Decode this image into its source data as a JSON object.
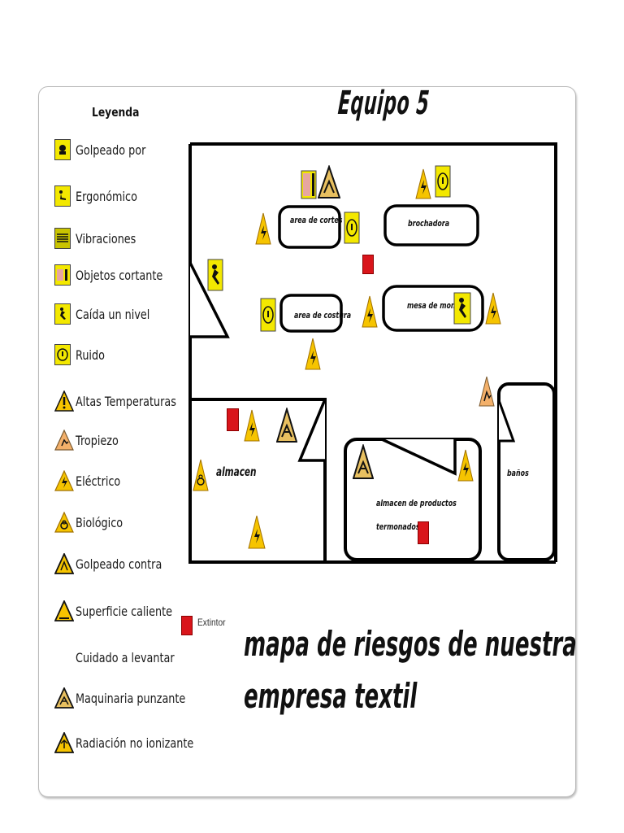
{
  "legend": {
    "title": "Leyenda",
    "items": [
      {
        "label": "Golpeado por",
        "icon": "golpeado-por-icon",
        "shape": "square"
      },
      {
        "label": "Ergonómico",
        "icon": "ergonomico-icon",
        "shape": "square"
      },
      {
        "label": "Vibraciones",
        "icon": "vibraciones-icon",
        "shape": "square"
      },
      {
        "label": "Objetos cortante",
        "icon": "objetos-cortantes-icon",
        "shape": "square"
      },
      {
        "label": "Caída un nivel",
        "icon": "caida-un-nivel-icon",
        "shape": "square"
      },
      {
        "label": "Ruido",
        "icon": "ruido-icon",
        "shape": "square"
      },
      {
        "label": "Altas Temperaturas",
        "icon": "altas-temperaturas-icon",
        "shape": "triangle"
      },
      {
        "label": "Tropiezo",
        "icon": "tropiezo-icon",
        "shape": "triangle"
      },
      {
        "label": "Eléctrico",
        "icon": "electrico-icon",
        "shape": "triangle"
      },
      {
        "label": "Biológico",
        "icon": "biologico-icon",
        "shape": "triangle"
      },
      {
        "label": "Golpeado contra",
        "icon": "golpeado-contra-icon",
        "shape": "triangle"
      },
      {
        "label": "Superficie caliente",
        "icon": "superficie-caliente-icon",
        "shape": "triangle"
      },
      {
        "label": "Cuidado a levantar",
        "icon": "",
        "shape": "none"
      },
      {
        "label": "Maquinaria punzante",
        "icon": "maquinaria-punzante-icon",
        "shape": "triangle"
      },
      {
        "label": "Radiación no ionizante",
        "icon": "radiacion-no-ionizante-icon",
        "shape": "triangle"
      }
    ]
  },
  "extintor_legend": "Extintor",
  "title": "Equipo 5",
  "areas": {
    "cortes": "area de cortes",
    "brochadora": "brochadora",
    "costura": "area de costura",
    "montaje": "mesa de montaje"
  },
  "rooms": {
    "almacen": "almacen",
    "productos_line1": "almacen de productos",
    "productos_line2": "termonados",
    "banos": "baños"
  },
  "caption": {
    "line1": "mapa de riesgos de nuestra",
    "line2": "empresa textil"
  },
  "colors": {
    "warning_yellow": "#f3e800",
    "triangle_fill": "#f6c400",
    "extinguisher_red": "#d9151b",
    "wall": "#000000"
  }
}
